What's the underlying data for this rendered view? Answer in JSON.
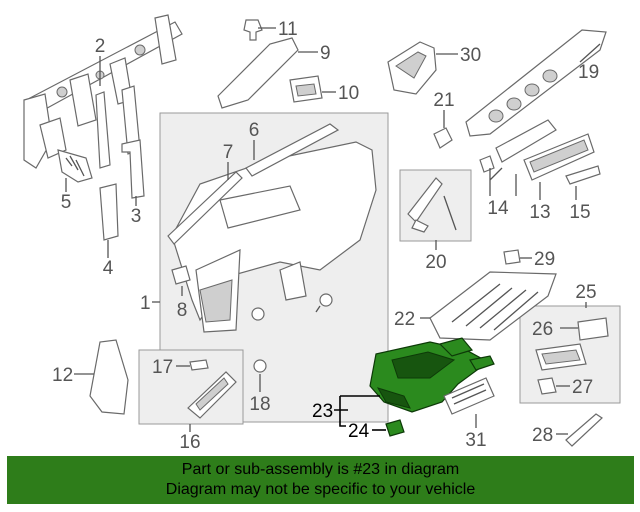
{
  "callouts": {
    "n1": "1",
    "n2": "2",
    "n3": "3",
    "n4": "4",
    "n5": "5",
    "n6": "6",
    "n7": "7",
    "n8": "8",
    "n9": "9",
    "n10": "10",
    "n11": "11",
    "n12": "12",
    "n13": "13",
    "n14": "14",
    "n15": "15",
    "n16": "16",
    "n17": "17",
    "n18": "18",
    "n19": "19",
    "n20": "20",
    "n21": "21",
    "n22": "22",
    "n23": "23",
    "n24": "24",
    "n25": "25",
    "n26": "26",
    "n27": "27",
    "n28": "28",
    "n29": "29",
    "n30": "30",
    "n31": "31"
  },
  "highlight": {
    "part": "23",
    "color": "#2b8a1e"
  },
  "banner": {
    "line1": "Part or sub-assembly is #23 in diagram",
    "line2": "Diagram may not be specific to your vehicle",
    "background": "#2e7d1a"
  }
}
